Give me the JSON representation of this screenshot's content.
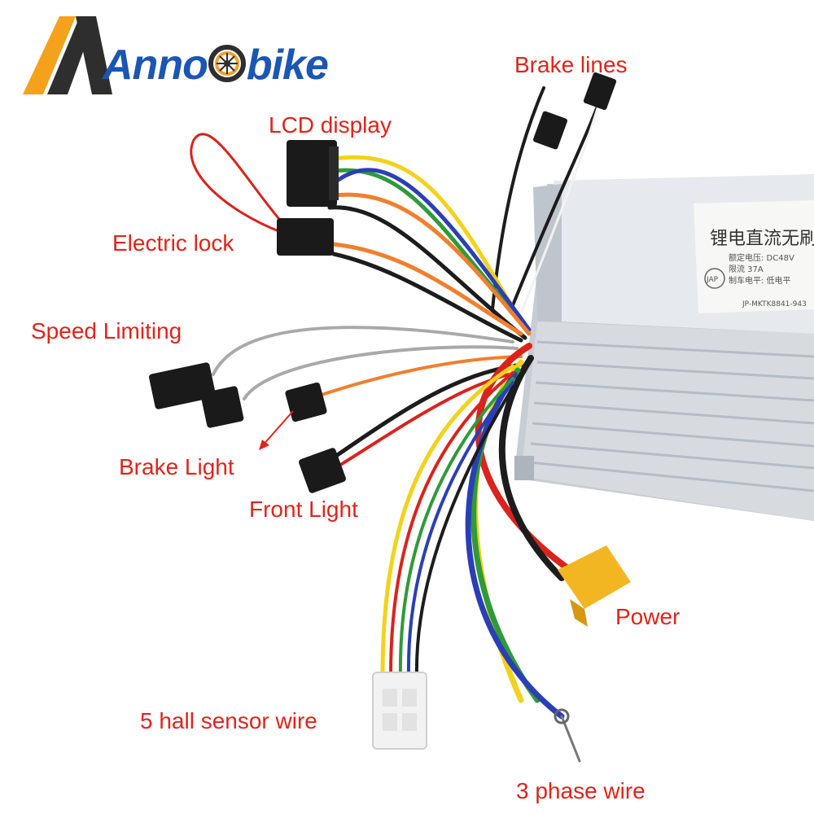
{
  "logo": {
    "text_before": "Anno",
    "text_after": "bike",
    "colors": {
      "a_orange": "#f4a21c",
      "a_dark": "#2e2e2e",
      "text_blue": "#1b56b4",
      "wheel_orange": "#f2a12a"
    }
  },
  "labels": {
    "brake_lines": "Brake lines",
    "lcd_display": "LCD display",
    "electric_lock": "Electric lock",
    "speed_limiting": "Speed Limiting",
    "brake_light": "Brake Light",
    "front_light": "Front Light",
    "power": "Power",
    "hall_sensor": "5 hall sensor wire",
    "phase_wire": "3 phase wire"
  },
  "controller_plate": {
    "line1": "锂电直流无刷电",
    "line2": "额定电压: DC48V",
    "line3": "限流    37A",
    "line4": "制车电平: 低电平",
    "line5": "JP-MKTK8841-943",
    "badge": "JAP"
  },
  "colors": {
    "label_red": "#e2231a",
    "housing": "#dfe3e8",
    "wire_red": "#d9231c",
    "wire_yellow": "#f2d21b",
    "wire_green": "#2f9a3a",
    "wire_blue": "#2b3fb4",
    "wire_orange": "#f07f2e",
    "wire_black": "#1c1c1c",
    "wire_gray": "#a9a9a9",
    "connector_yellow": "#f3b623",
    "connector_black": "#1a1a1a",
    "connector_white": "#f2f2f2"
  }
}
